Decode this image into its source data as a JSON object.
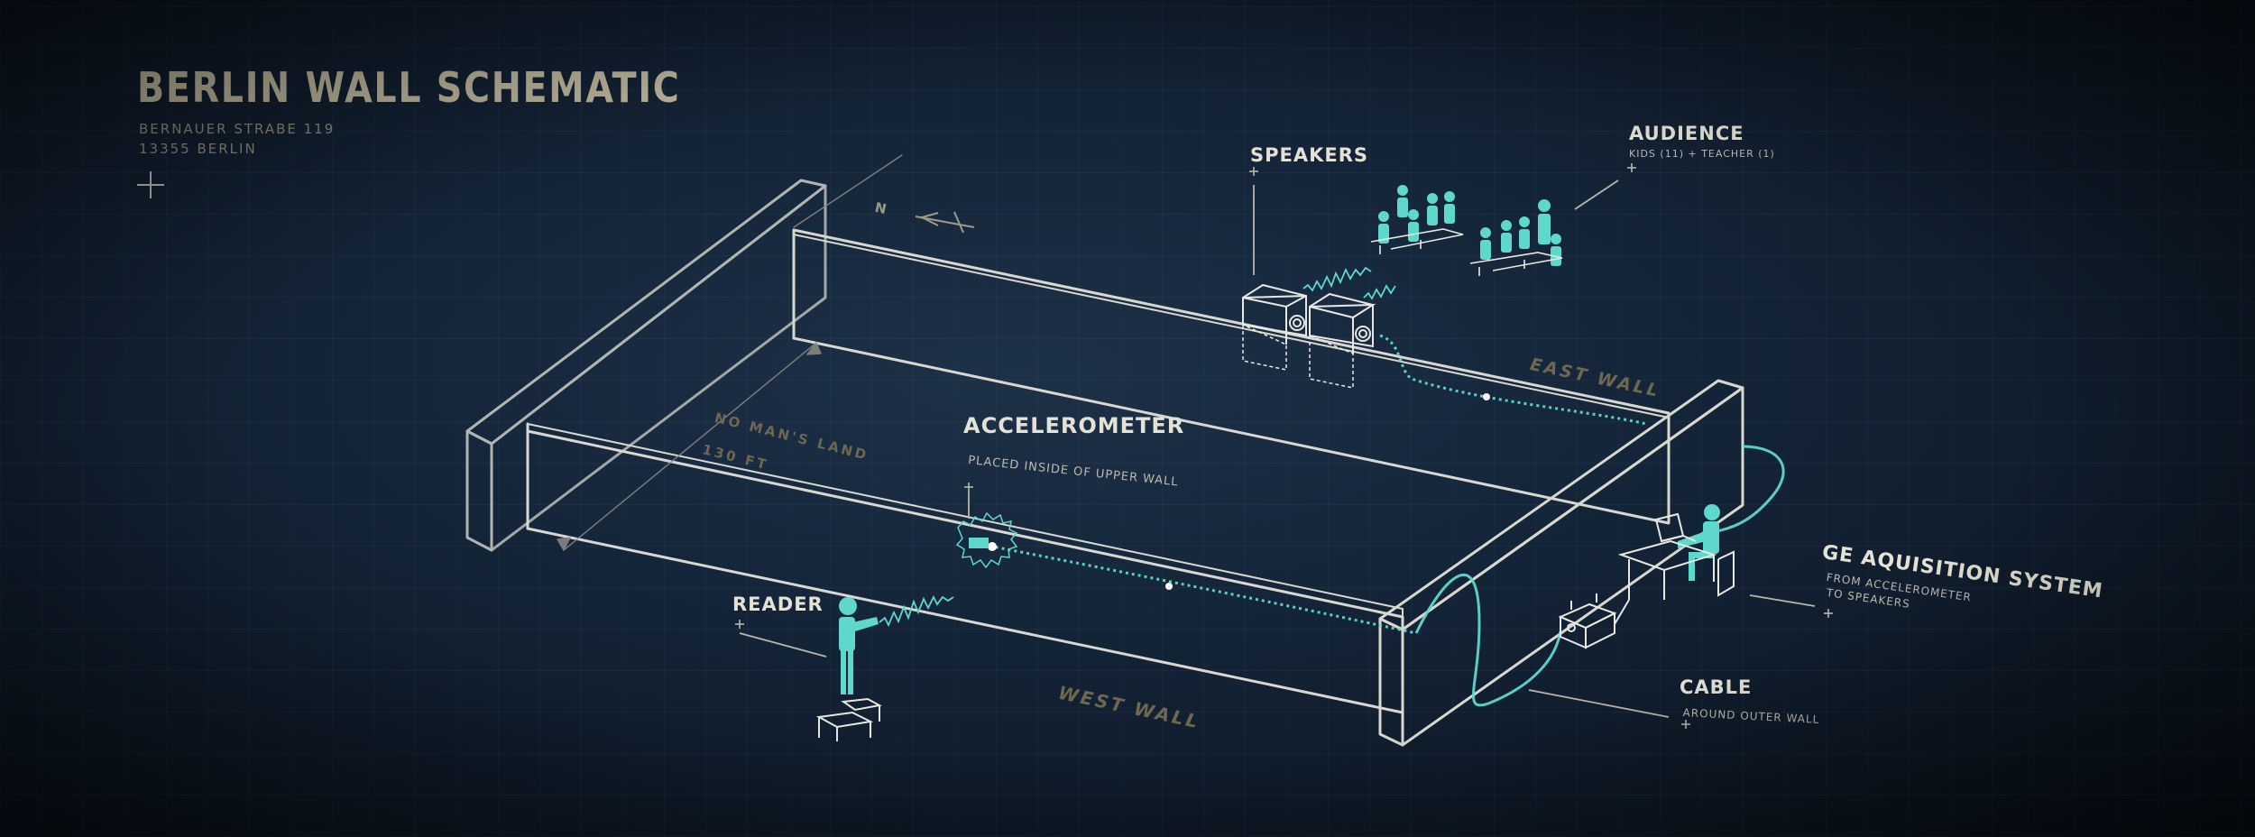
{
  "title": "BERLIN WALL SCHEMATIC",
  "address": {
    "line1": "BERNAUER STRABE 119",
    "line2": "13355 BERLIN"
  },
  "north": "N",
  "walls": {
    "east": "EAST WALL",
    "west": "WEST WALL"
  },
  "no_mans_land": {
    "label": "NO MAN'S LAND",
    "distance": "130 FT"
  },
  "labels": {
    "speakers": {
      "title": "SPEAKERS"
    },
    "audience": {
      "title": "AUDIENCE",
      "sub": "KIDS (11) + TEACHER (1)"
    },
    "accelerometer": {
      "title": "ACCELEROMETER",
      "sub": "PLACED INSIDE OF UPPER WALL"
    },
    "reader": {
      "title": "READER"
    },
    "ge_system": {
      "title": "GE AQUISITION SYSTEM",
      "sub1": "FROM ACCELEROMETER",
      "sub2": "TO SPEAKERS"
    },
    "cable": {
      "title": "CABLE",
      "sub": "AROUND OUTER WALL"
    }
  },
  "colors": {
    "line": "#e8e8e2",
    "cyan": "#5fd8cc",
    "label": "#e4e1d6",
    "title": "#bdb69e",
    "wall_text": "#6f6850"
  },
  "icons": [
    "person-icon",
    "speaker-icon",
    "laptop-icon",
    "amplifier-icon",
    "step-stool-icon",
    "north-arrow-icon"
  ]
}
